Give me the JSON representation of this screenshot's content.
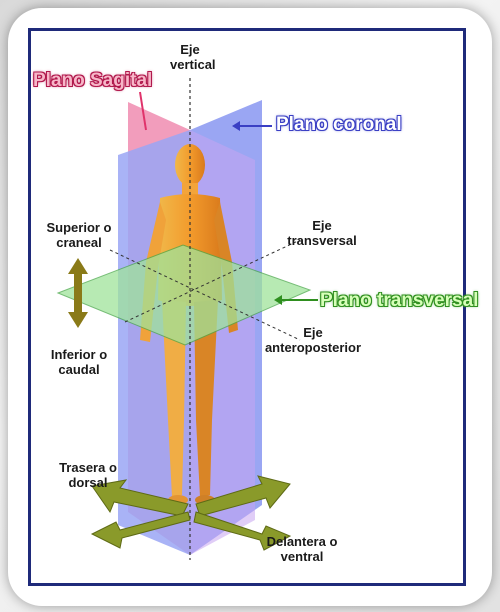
{
  "planes": {
    "sagital": "Plano Sagital",
    "coronal": "Plano coronal",
    "transversal": "Plano transversal"
  },
  "axes": {
    "vertical_1": "Eje",
    "vertical_2": "vertical",
    "transversal_1": "Eje",
    "transversal_2": "transversal",
    "anteroposterior_1": "Eje",
    "anteroposterior_2": "anteroposterior"
  },
  "directions": {
    "superior_1": "Superior o",
    "superior_2": "craneal",
    "inferior_1": "Inferior o",
    "inferior_2": "caudal",
    "trasera_1": "Trasera o",
    "trasera_2": "dorsal",
    "delantera_1": "Delantera o",
    "delantera_2": "ventral"
  },
  "colors": {
    "sagital_plane": "#f08cb0",
    "coronal_plane": "#8f9cf2",
    "transversal_plane": "#9fe39a",
    "body": "#f39b2c",
    "arrow": "#8a9a2a",
    "frame_border": "#1f2a7a"
  }
}
